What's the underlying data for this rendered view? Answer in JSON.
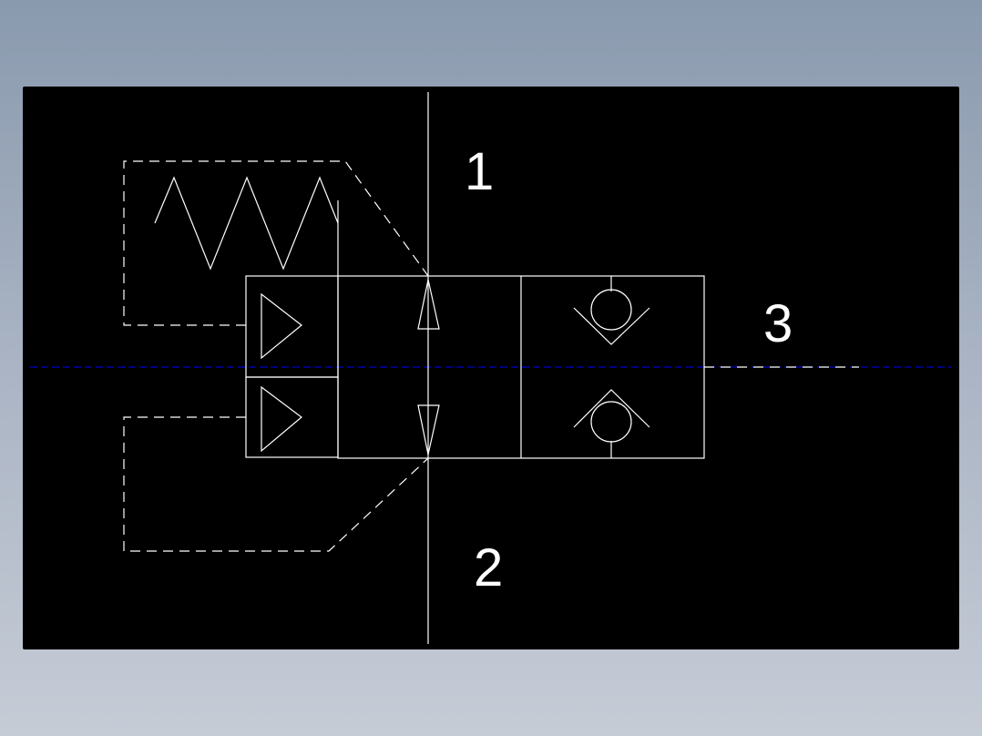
{
  "diagram": {
    "colors": {
      "background": "#000000",
      "lines": "#ffffff",
      "centerline": "#0000ff"
    },
    "ports": {
      "port_1": "1",
      "port_2": "2",
      "port_3": "3"
    },
    "symbols": {
      "spring": "spring-icon",
      "pilot_upper": "pilot-triangle-icon",
      "pilot_lower": "pilot-triangle-icon",
      "flow_arrow_up": "arrow-up-icon",
      "flow_arrow_down": "arrow-down-icon",
      "check_valve_upper": "check-valve-icon",
      "check_valve_lower": "check-valve-icon"
    }
  }
}
